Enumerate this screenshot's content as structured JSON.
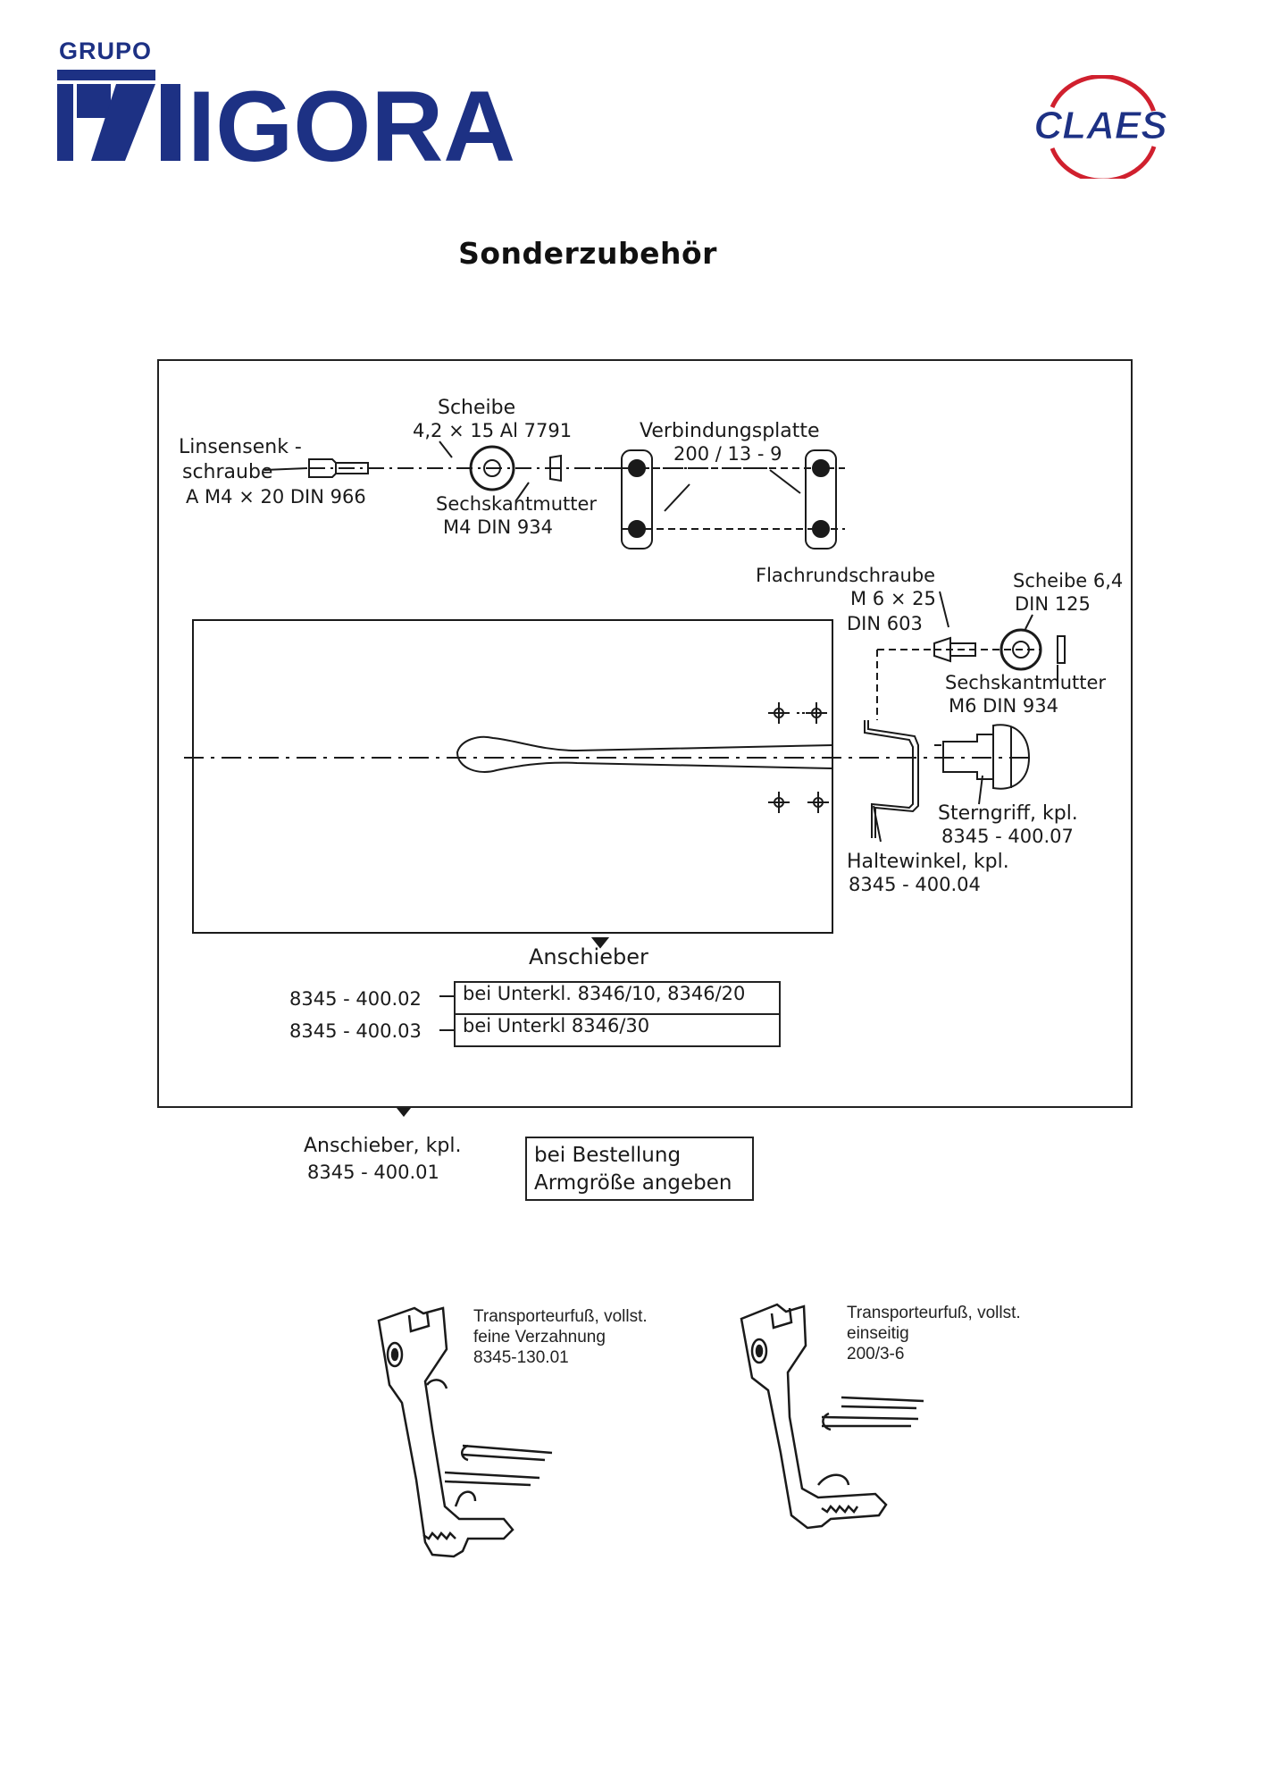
{
  "header": {
    "brand_small": "GRUPO",
    "brand_name": "MIGORA",
    "partner_logo": "CLAES",
    "colors": {
      "brand_blue": "#1d3184",
      "claes_red": "#d0202e",
      "claes_blue": "#1d3184"
    }
  },
  "page": {
    "title": "Sonderzubehör"
  },
  "diagram": {
    "labels": {
      "scheibe_small_1": "Scheibe",
      "scheibe_small_2": "4,2 × 15  Al 7791",
      "linsensenk_1": "Linsensenk -",
      "linsensenk_2": "schraube",
      "linsensenk_3": "A M4 × 20  DIN 966",
      "sechskant_small_1": "Sechskantmutter",
      "sechskant_small_2": "M4 DIN 934",
      "verbindung_1": "Verbindungsplatte",
      "verbindung_2": "200 / 13 - 9",
      "flachrund_1": "Flachrundschraube",
      "flachrund_2": "M 6 × 25",
      "flachrund_3": "DIN 603",
      "scheibe_large_1": "Scheibe 6,4",
      "scheibe_large_2": "DIN 125",
      "sechskant_large_1": "Sechskantmutter",
      "sechskant_large_2": "M6 DIN 934",
      "sterngriff_1": "Sterngriff, kpl.",
      "sterngriff_2": "8345 - 400.07",
      "haltewinkel_1": "Haltewinkel, kpl.",
      "haltewinkel_2": "8345 - 400.04",
      "anschieber": "Anschieber"
    },
    "parts_table": [
      {
        "part_no": "8345 - 400.02",
        "note": "bei Unterkl. 8346/10, 8346/20"
      },
      {
        "part_no": "8345 - 400.03",
        "note": "bei Unterkl 8346/30"
      }
    ]
  },
  "order": {
    "label_1": "Anschieber, kpl.",
    "label_2": "8345 - 400.01",
    "note_1": "bei Bestellung",
    "note_2": "Armgröße angeben"
  },
  "feet": [
    {
      "line1": "Transporteurfuß, vollst.",
      "line2": "feine Verzahnung",
      "line3": "8345-130.01"
    },
    {
      "line1": "Transporteurfuß, vollst.",
      "line2": "einseitig",
      "line3": "200/3-6"
    }
  ]
}
